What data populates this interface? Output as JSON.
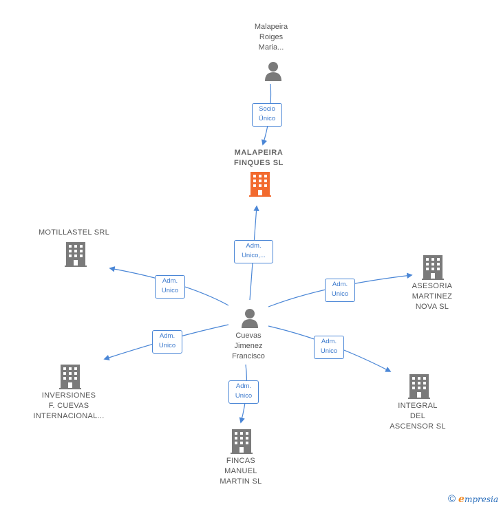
{
  "nodes": {
    "person_top": {
      "label": "Malapeira\nRoiges\nMaria..."
    },
    "center": {
      "label": "MALAPEIRA\nFINQUES  SL"
    },
    "person_main": {
      "label": "Cuevas\nJimenez\nFrancisco"
    },
    "motillastel": {
      "label": "MOTILLASTEL SRL"
    },
    "asesoria": {
      "label": "ASESORIA\nMARTINEZ\nNOVA  SL"
    },
    "inversiones": {
      "label": "INVERSIONES\nF.  CUEVAS\nINTERNACIONAL..."
    },
    "integral": {
      "label": "INTEGRAL\nDEL\nASCENSOR SL"
    },
    "fincas": {
      "label": "FINCAS\nMANUEL\nMARTIN  SL"
    }
  },
  "relations": {
    "socio_unico": "Socio\nÚnico",
    "adm_center": "Adm.\nUnico,...",
    "adm_motillastel": "Adm.\nUnico",
    "adm_asesoria": "Adm.\nUnico",
    "adm_inversiones": "Adm.\nUnico",
    "adm_integral": "Adm.\nUnico",
    "adm_fincas": "Adm.\nUnico"
  },
  "colors": {
    "edge": "#4a86d6",
    "person_icon": "#7a7a7a",
    "building_icon": "#7a7a7a",
    "center_building": "#f26a2e"
  },
  "footer": {
    "copyright_symbol": "©",
    "brand_initial": "e",
    "brand_rest": "mpresia"
  }
}
